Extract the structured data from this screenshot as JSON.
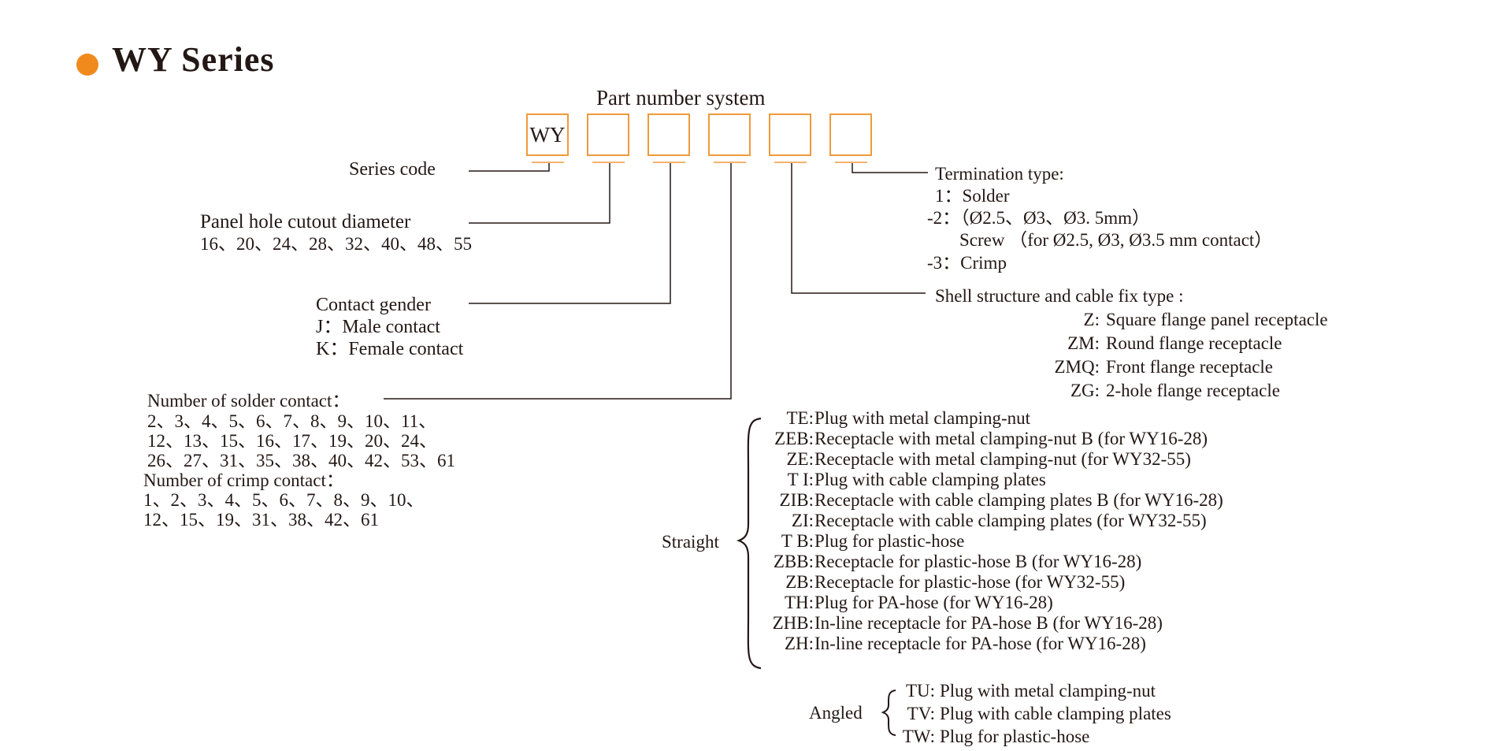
{
  "header": {
    "title": "WY  Series"
  },
  "part_number": {
    "label": "Part  number system",
    "boxes": [
      "WY",
      "",
      "",
      "",
      "",
      ""
    ]
  },
  "left": {
    "series_code": "Series code",
    "panel_hole_title": "Panel hole cutout diameter",
    "panel_hole_values": "16、20、24、28、32、40、48、55",
    "contact_gender_title": "Contact  gender",
    "contact_gender_j": "J：Male  contact",
    "contact_gender_k": "K：Female  contact",
    "solder_title": "Number of solder contact：",
    "solder_lines": [
      "2、3、4、5、6、7、8、9、10、11、",
      "12、13、15、16、17、19、20、24、",
      "26、27、31、35、38、40、42、53、61"
    ],
    "crimp_title": "Number of crimp contact：",
    "crimp_lines": [
      "1、2、3、4、5、6、7、8、9、10、",
      "12、15、19、31、38、42、61"
    ]
  },
  "termination": {
    "title": "Termination type:",
    "solder": "1：Solder",
    "screw_sizes": "-2：（Ø2.5、Ø3、Ø3. 5mm）",
    "screw": "Screw （for Ø2.5, Ø3, Ø3.5 mm contact）",
    "crimp": "-3：Crimp"
  },
  "shell": {
    "title": "Shell structure and  cable fix type :",
    "items": [
      {
        "code": "Z:",
        "desc": "Square flange panel receptacle"
      },
      {
        "code": "ZM:",
        "desc": "Round flange receptacle"
      },
      {
        "code": "ZMQ:",
        "desc": "Front flange receptacle"
      },
      {
        "code": "ZG:",
        "desc": "2-hole flange receptacle"
      }
    ]
  },
  "straight": {
    "label": "Straight",
    "items": [
      {
        "code": "TE:",
        "desc": "Plug with metal clamping-nut"
      },
      {
        "code": "ZEB:",
        "desc": "Receptacle with metal clamping-nut B (for WY16-28)"
      },
      {
        "code": "ZE:",
        "desc": "Receptacle with metal clamping-nut (for WY32-55)"
      },
      {
        "code": "T I:",
        "desc": "Plug  with cable clamping plates"
      },
      {
        "code": "ZIB:",
        "desc": "Receptacle with cable clamping plates B (for WY16-28)"
      },
      {
        "code": "ZI:",
        "desc": "Receptacle with cable clamping plates (for WY32-55)"
      },
      {
        "code": "T B:",
        "desc": "Plug for plastic-hose"
      },
      {
        "code": "ZBB:",
        "desc": "Receptacle for plastic-hose B (for WY16-28)"
      },
      {
        "code": "ZB:",
        "desc": "Receptacle for plastic-hose (for WY32-55)"
      },
      {
        "code": "TH:",
        "desc": "Plug for PA-hose (for WY16-28)"
      },
      {
        "code": "ZHB:",
        "desc": "In-line receptacle for PA-hose B (for WY16-28)"
      },
      {
        "code": "ZH:",
        "desc": "In-line receptacle for PA-hose (for WY16-28)"
      }
    ]
  },
  "angled": {
    "label": "Angled",
    "items": [
      {
        "code": "TU:",
        "desc": "Plug with metal clamping-nut"
      },
      {
        "code": "TV:",
        "desc": "Plug with cable clamping plates"
      },
      {
        "code": "TW:",
        "desc": "Plug for plastic-hose"
      }
    ]
  },
  "colors": {
    "accent": "#f08a1c",
    "box_border": "#ef9a3a",
    "text": "#231815",
    "line": "#231815"
  }
}
